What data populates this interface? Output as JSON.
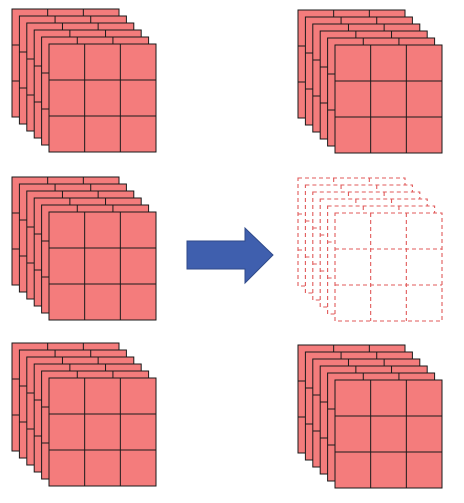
{
  "diagram": {
    "layers_per_stack": 6,
    "grid_rows": 3,
    "grid_cols": 3,
    "colors": {
      "fill": "#f47c7c",
      "border": "#1a1a1a",
      "dropped_border": "#e05a5a",
      "arrow_fill": "#3f5fae",
      "arrow_stroke": "#2f4a8a"
    },
    "stacks": [
      {
        "id": "input-stack-1",
        "style": "solid"
      },
      {
        "id": "input-stack-2",
        "style": "solid"
      },
      {
        "id": "input-stack-3",
        "style": "solid"
      },
      {
        "id": "output-stack-1",
        "style": "solid"
      },
      {
        "id": "output-stack-2",
        "style": "dashed"
      },
      {
        "id": "output-stack-3",
        "style": "solid"
      }
    ],
    "arrow": {
      "direction": "right"
    }
  }
}
